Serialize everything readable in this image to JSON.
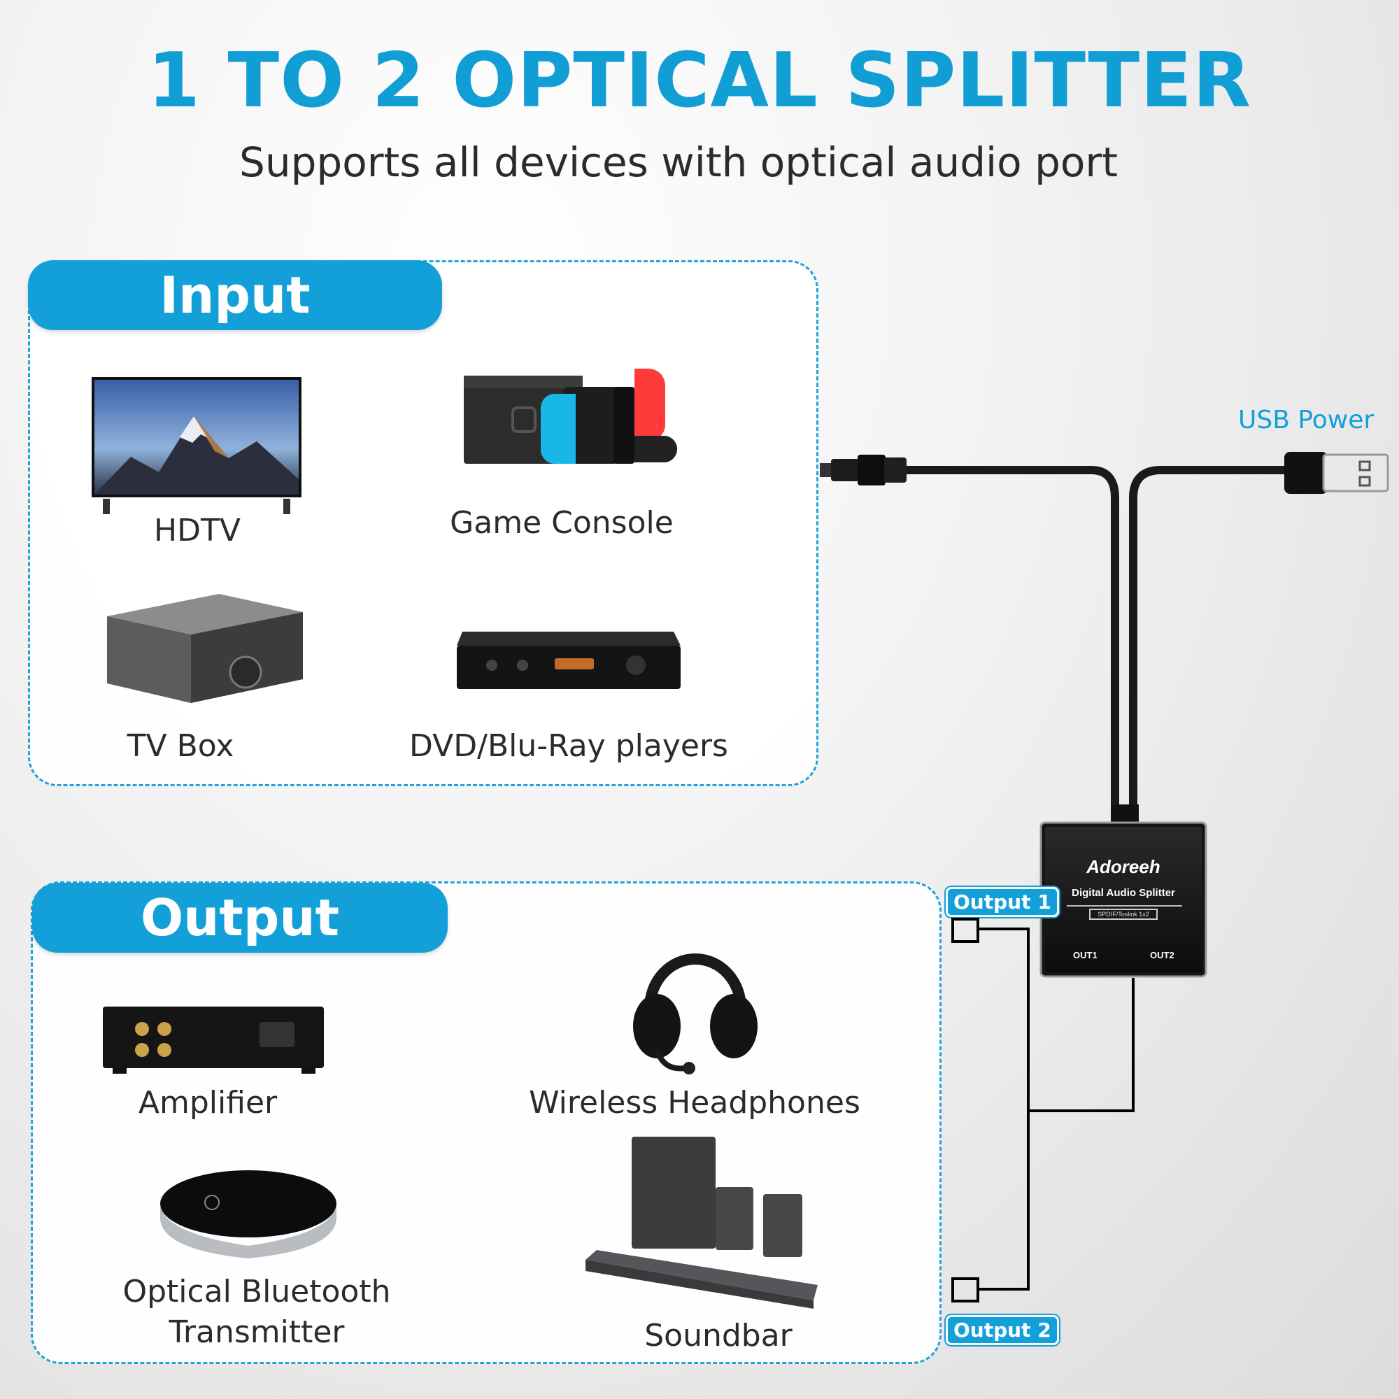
{
  "header": {
    "title": "1 TO 2 OPTICAL SPLITTER",
    "subtitle": "Supports all devices with optical audio port"
  },
  "input_panel": {
    "tab_label": "Input",
    "devices": [
      "HDTV",
      "Game Console",
      "TV Box",
      "DVD/Blu-Ray players"
    ]
  },
  "output_panel": {
    "tab_label": "Output",
    "devices": [
      "Amplifier",
      "Wireless Headphones",
      "Optical Bluetooth\nTransmitter",
      "Soundbar"
    ]
  },
  "splitter": {
    "brand": "Adoreeh",
    "model": "Digital Audio Splitter",
    "spec": "SPDIF/Toslink 1x2",
    "port1": "OUT1",
    "port2": "OUT2",
    "usb_label": "USB Power",
    "output1_label": "Output 1",
    "output2_label": "Output 2"
  },
  "colors": {
    "accent": "#13a0d8",
    "text": "#2b2b2b"
  }
}
